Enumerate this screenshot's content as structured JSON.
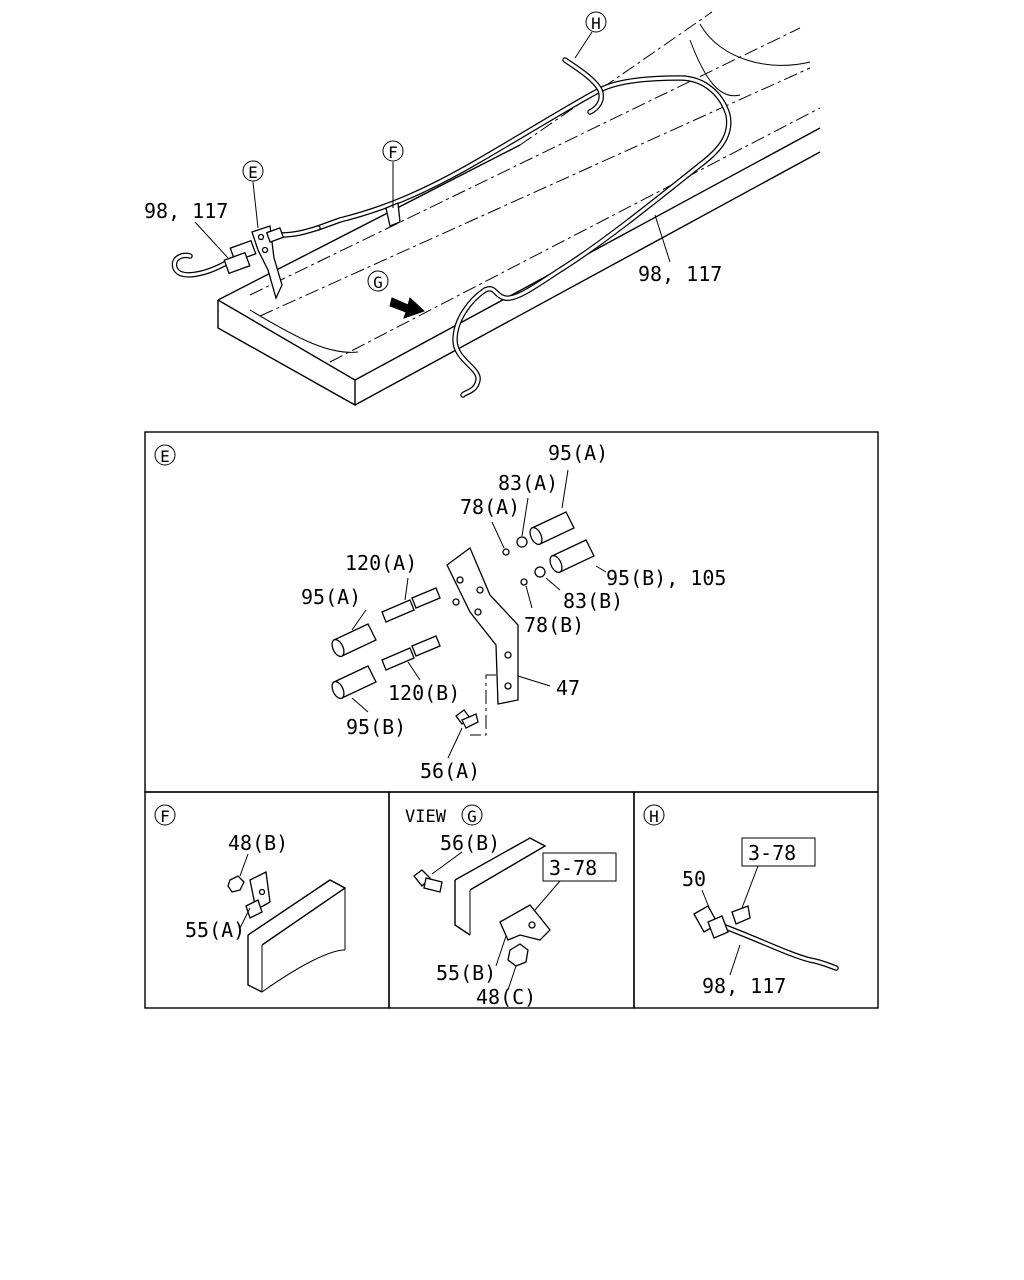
{
  "overview": {
    "callouts": [
      "H",
      "F",
      "E",
      "G"
    ],
    "labels": {
      "pipe_left": "98, 117",
      "pipe_right": "98, 117"
    }
  },
  "detail_e": {
    "callout": "E",
    "labels": {
      "p95a_top": "95(A)",
      "p83a": "83(A)",
      "p78a": "78(A)",
      "p120a": "120(A)",
      "p95a_left": "95(A)",
      "p95b_105": "95(B), 105",
      "p83b": "83(B)",
      "p78b": "78(B)",
      "p47": "47",
      "p120b": "120(B)",
      "p95b_left": "95(B)",
      "p56a": "56(A)"
    }
  },
  "detail_f": {
    "callout": "F",
    "labels": {
      "p48b": "48(B)",
      "p55a": "55(A)"
    }
  },
  "detail_g": {
    "view_word": "VIEW",
    "callout": "G",
    "labels": {
      "p56b": "56(B)",
      "ref": "3-78",
      "p55b": "55(B)",
      "p48c": "48(C)"
    }
  },
  "detail_h": {
    "callout": "H",
    "labels": {
      "ref": "3-78",
      "p50": "50",
      "pipe": "98, 117"
    }
  }
}
